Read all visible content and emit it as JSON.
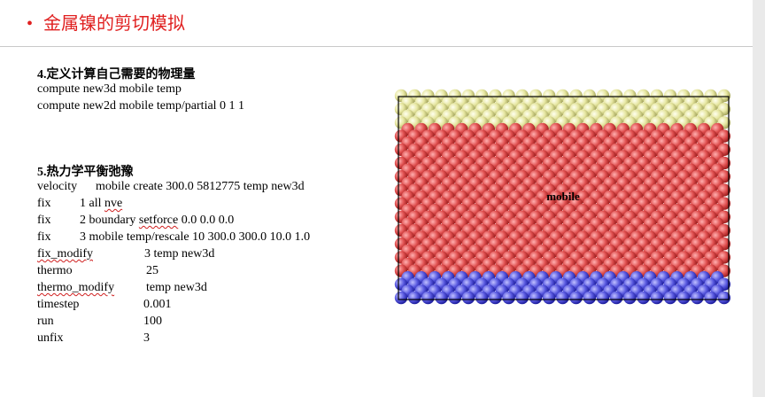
{
  "slide": {
    "bullet": "•",
    "title": "金属镍的剪切模拟"
  },
  "section4": {
    "heading": "4.定义计算自己需要的物理量",
    "lines": [
      "compute new3d mobile temp",
      "compute new2d mobile temp/partial 0 1 1"
    ]
  },
  "section5": {
    "heading": "5.热力学平衡弛豫",
    "velocity": {
      "cmd": "velocity",
      "args": "mobile create 300.0 5812775 temp new3d"
    },
    "fix1": {
      "cmd": "fix",
      "args_a": "1 all ",
      "args_b": "nve"
    },
    "fix2": {
      "cmd": "fix",
      "args_a": "2 boundary ",
      "args_b": "setforce",
      "args_c": " 0.0 0.0 0.0"
    },
    "fix3": {
      "cmd": "fix",
      "args": "3 mobile temp/rescale 10 300.0 300.0 10.0 1.0"
    },
    "fix_modify": {
      "cmd": "fix_modify",
      "args": "3 temp new3d"
    },
    "thermo": {
      "cmd": "thermo",
      "args": "25"
    },
    "thermo_modify": {
      "cmd": "thermo_modify",
      "args": "temp new3d"
    },
    "timestep": {
      "cmd": "timestep",
      "args": "0.001"
    },
    "run": {
      "cmd": "run",
      "args": "100"
    },
    "unfix": {
      "cmd": "unfix",
      "args": "3"
    }
  },
  "simulation": {
    "label": "mobile",
    "colors": {
      "top_layer": "#e6e6a0",
      "middle_layer": "#e05050",
      "bottom_layer": "#5a5ae0"
    }
  }
}
